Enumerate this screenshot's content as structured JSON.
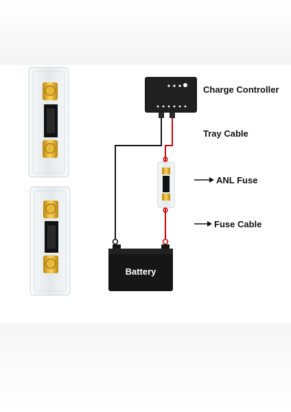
{
  "labels": {
    "charge_controller": "Charge Controller",
    "tray_cable": "Tray Cable",
    "anl_fuse": "ANL Fuse",
    "fuse_cable": "Fuse Cable",
    "battery": "Battery"
  },
  "colors": {
    "wire_positive": "#d10000",
    "wire_negative": "#111111",
    "battery_body": "#161616",
    "controller_body": "#1a1a1a",
    "fuse_holder": "#eef2f4",
    "brass": "#d4a32a"
  },
  "icons": {
    "arrow": "right-arrow-icon",
    "fuse_holder": "anl-fuse-holder-icon",
    "battery": "battery-icon",
    "controller": "charge-controller-icon"
  }
}
